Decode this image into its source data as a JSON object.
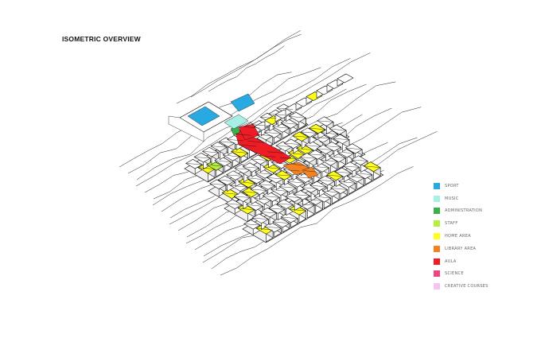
{
  "title": "ISOMETRIC OVERVIEW",
  "legend": [
    {
      "label": "SPORT",
      "color": "#29a9e1"
    },
    {
      "label": "MUSIC",
      "color": "#a6f0e6"
    },
    {
      "label": "ADMINISTRATION",
      "color": "#3cb04a"
    },
    {
      "label": "STAFF",
      "color": "#b5f03c"
    },
    {
      "label": "HOME AREA",
      "color": "#ffff1a"
    },
    {
      "label": "LIBRARY AREA",
      "color": "#f58220"
    },
    {
      "label": "AULA",
      "color": "#ee1c25"
    },
    {
      "label": "SCIENCE",
      "color": "#f0457e"
    },
    {
      "label": "CREATIVE COURSES",
      "color": "#f7c3f2"
    }
  ]
}
